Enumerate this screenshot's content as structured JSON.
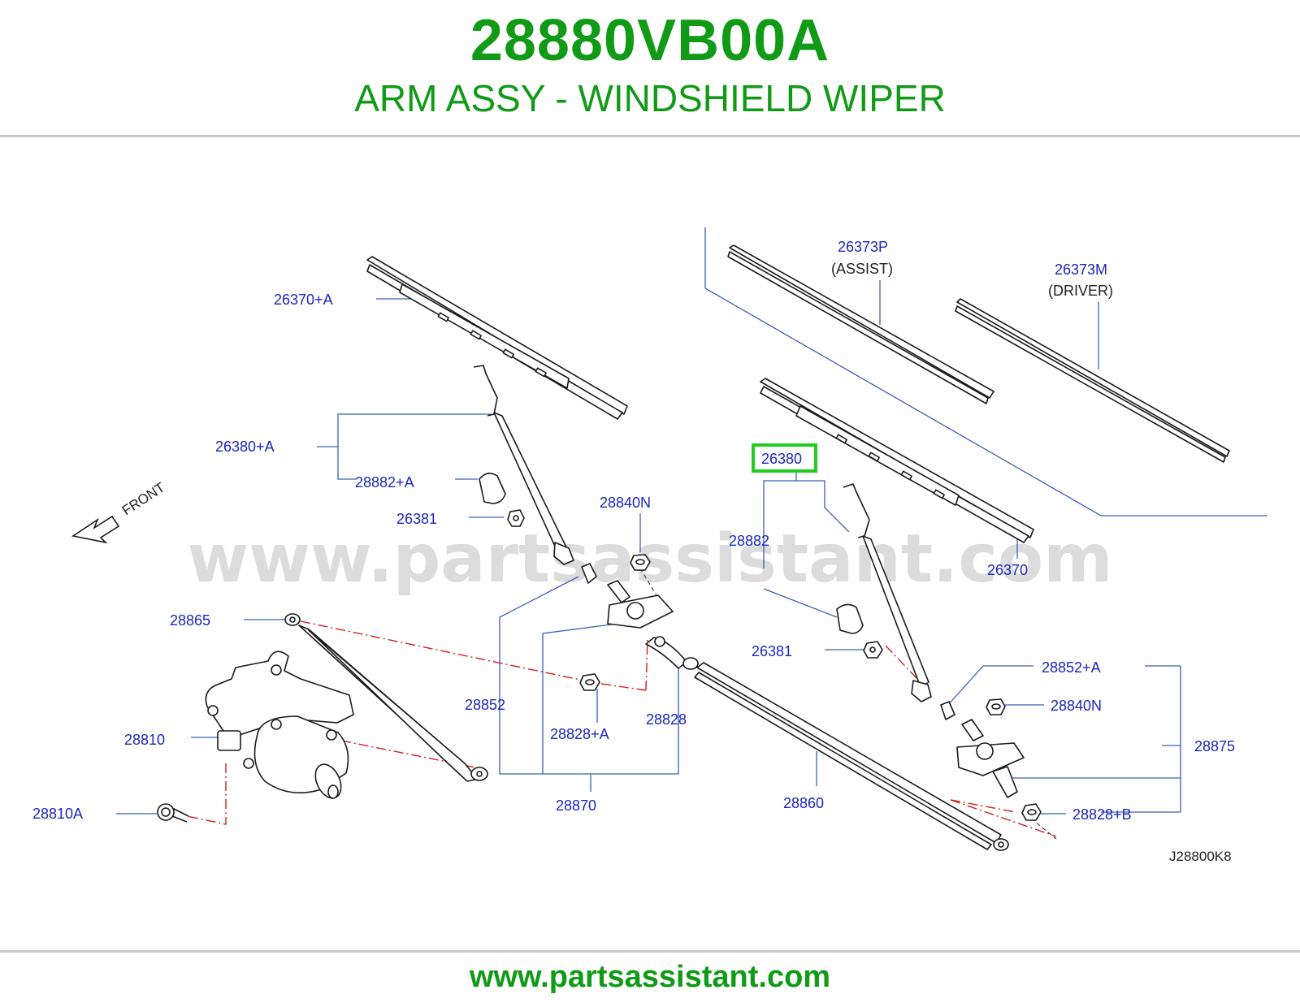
{
  "header": {
    "part_number": "28880VB00A",
    "title": "ARM ASSY - WINDSHIELD WIPER"
  },
  "footer": {
    "url": "www.partsassistant.com"
  },
  "watermark": "www.partsassistant.com",
  "colors": {
    "header_green": "#109a16",
    "callout_blue": "#1a27c0",
    "leader_blue": "#3b5fb8",
    "dash_red": "#d21e1e",
    "highlight_green": "#1ecf1e",
    "watermark_gray": "#dcdcdc",
    "rule_gray": "#c8c8c8"
  },
  "diagram": {
    "front_label": "FRONT",
    "reference_code": "J28800K8",
    "highlighted_part": "26380",
    "callouts": {
      "c26370A": "26370+A",
      "c26373P": "26373P",
      "assist": "(ASSIST)",
      "c26373M": "26373M",
      "driver": "(DRIVER)",
      "c26380A": "26380+A",
      "c28882A": "28882+A",
      "c26381_left": "26381",
      "c28840N_left": "28840N",
      "c26380": "26380",
      "c28882": "28882",
      "c26370": "26370",
      "c28865": "28865",
      "c26381_right": "26381",
      "c28852A": "28852+A",
      "c28840N_right": "28840N",
      "c28810": "28810",
      "c28852": "28852",
      "c28828A": "28828+A",
      "c28828": "28828",
      "c28875": "28875",
      "c28810A": "28810A",
      "c28870": "28870",
      "c28860": "28860",
      "c28828B": "28828+B"
    }
  }
}
